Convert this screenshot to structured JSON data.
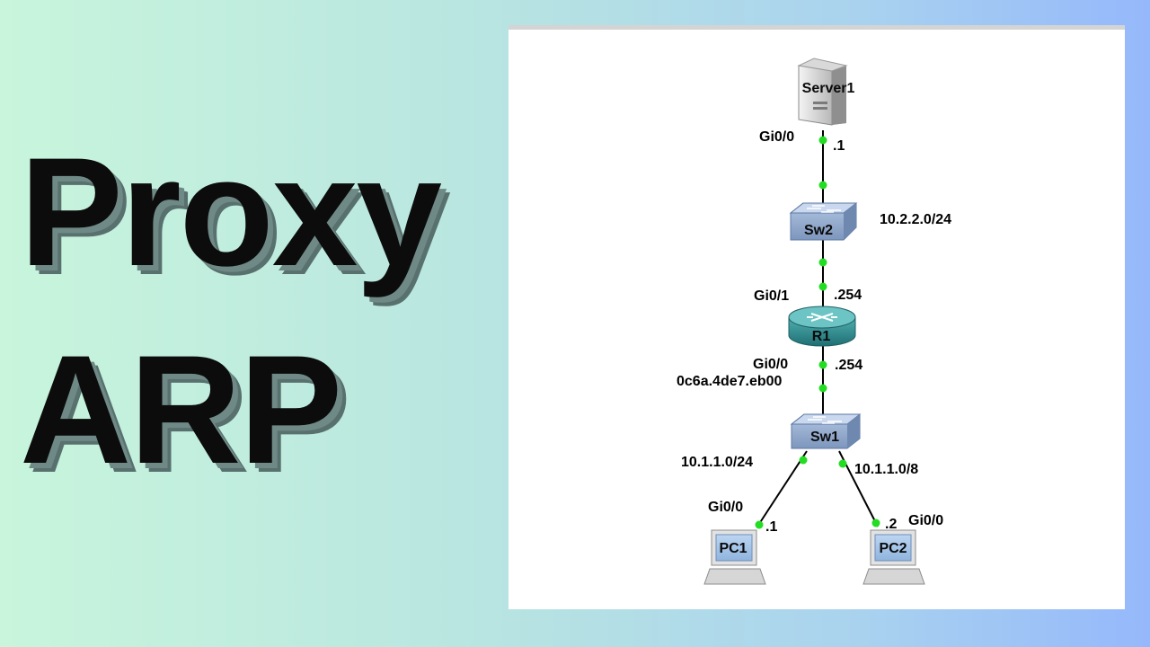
{
  "title": {
    "line1": "Proxy",
    "line2": "ARP"
  },
  "colors": {
    "link": "#000000",
    "port_dot": "#22dd22",
    "switch": "#8fa7c9",
    "router": "#2e8a8a"
  },
  "topology": {
    "devices": {
      "server1": "Server1",
      "sw2": "Sw2",
      "r1": "R1",
      "sw1": "Sw1",
      "pc1": "PC1",
      "pc2": "PC2"
    },
    "labels": {
      "server_port": "Gi0/0",
      "server_ip": ".1",
      "net_top": "10.2.2.0/24",
      "r1_top_port": "Gi0/1",
      "r1_top_ip": ".254",
      "r1_bottom_port": "Gi0/0",
      "r1_bottom_ip": ".254",
      "r1_mac": "0c6a.4de7.eb00",
      "net_left": "10.1.1.0/24",
      "net_right": "10.1.1.0/8",
      "pc1_port": "Gi0/0",
      "pc1_ip": ".1",
      "pc2_ip": ".2",
      "pc2_port": "Gi0/0"
    }
  }
}
